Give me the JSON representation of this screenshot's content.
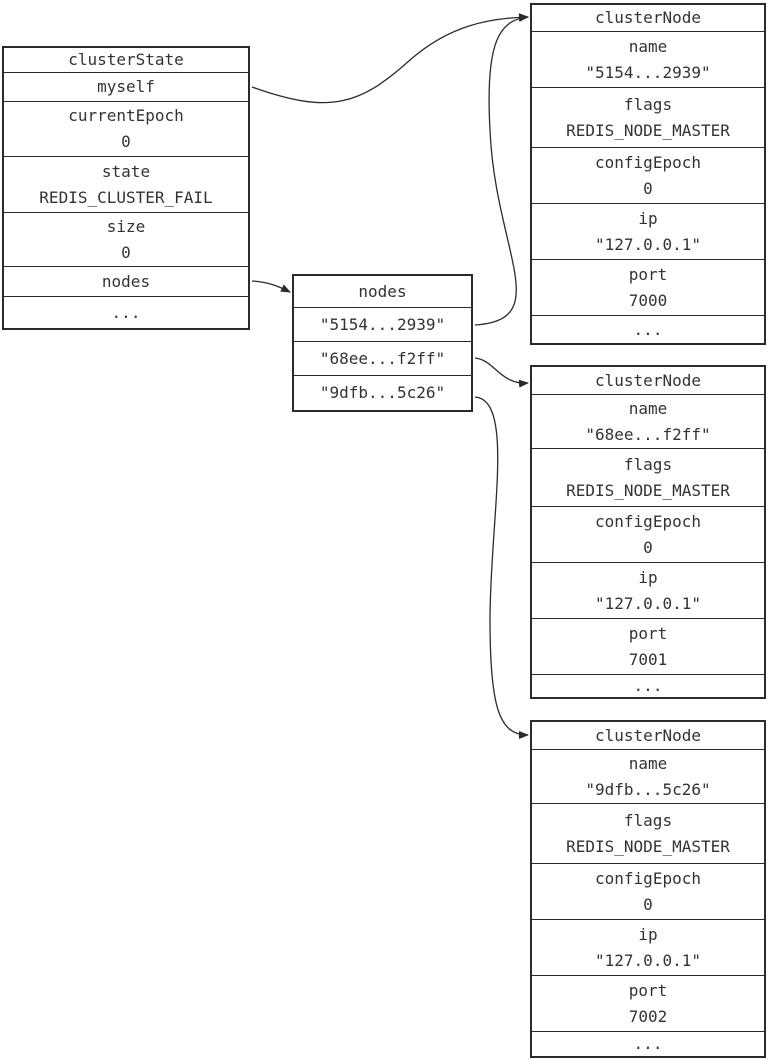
{
  "cluster_state": {
    "title": "clusterState",
    "myself": "myself",
    "current_epoch": {
      "label": "currentEpoch",
      "value": "0"
    },
    "state": {
      "label": "state",
      "value": "REDIS_CLUSTER_FAIL"
    },
    "size": {
      "label": "size",
      "value": "0"
    },
    "nodes": "nodes",
    "more": "..."
  },
  "nodes_dict": {
    "title": "nodes",
    "keys": [
      "\"5154...2939\"",
      "\"68ee...f2ff\"",
      "\"9dfb...5c26\""
    ]
  },
  "cluster_nodes": [
    {
      "title": "clusterNode",
      "name": {
        "label": "name",
        "value": "\"5154...2939\""
      },
      "flags": {
        "label": "flags",
        "value": "REDIS_NODE_MASTER"
      },
      "config_epoch": {
        "label": "configEpoch",
        "value": "0"
      },
      "ip": {
        "label": "ip",
        "value": "\"127.0.0.1\""
      },
      "port": {
        "label": "port",
        "value": "7000"
      },
      "more": "..."
    },
    {
      "title": "clusterNode",
      "name": {
        "label": "name",
        "value": "\"68ee...f2ff\""
      },
      "flags": {
        "label": "flags",
        "value": "REDIS_NODE_MASTER"
      },
      "config_epoch": {
        "label": "configEpoch",
        "value": "0"
      },
      "ip": {
        "label": "ip",
        "value": "\"127.0.0.1\""
      },
      "port": {
        "label": "port",
        "value": "7001"
      },
      "more": "..."
    },
    {
      "title": "clusterNode",
      "name": {
        "label": "name",
        "value": "\"9dfb...5c26\""
      },
      "flags": {
        "label": "flags",
        "value": "REDIS_NODE_MASTER"
      },
      "config_epoch": {
        "label": "configEpoch",
        "value": "0"
      },
      "ip": {
        "label": "ip",
        "value": "\"127.0.0.1\""
      },
      "port": {
        "label": "port",
        "value": "7002"
      },
      "more": "..."
    }
  ],
  "colors": {
    "line": "#2b2b2b",
    "text": "#333333",
    "background": "#ffffff"
  }
}
